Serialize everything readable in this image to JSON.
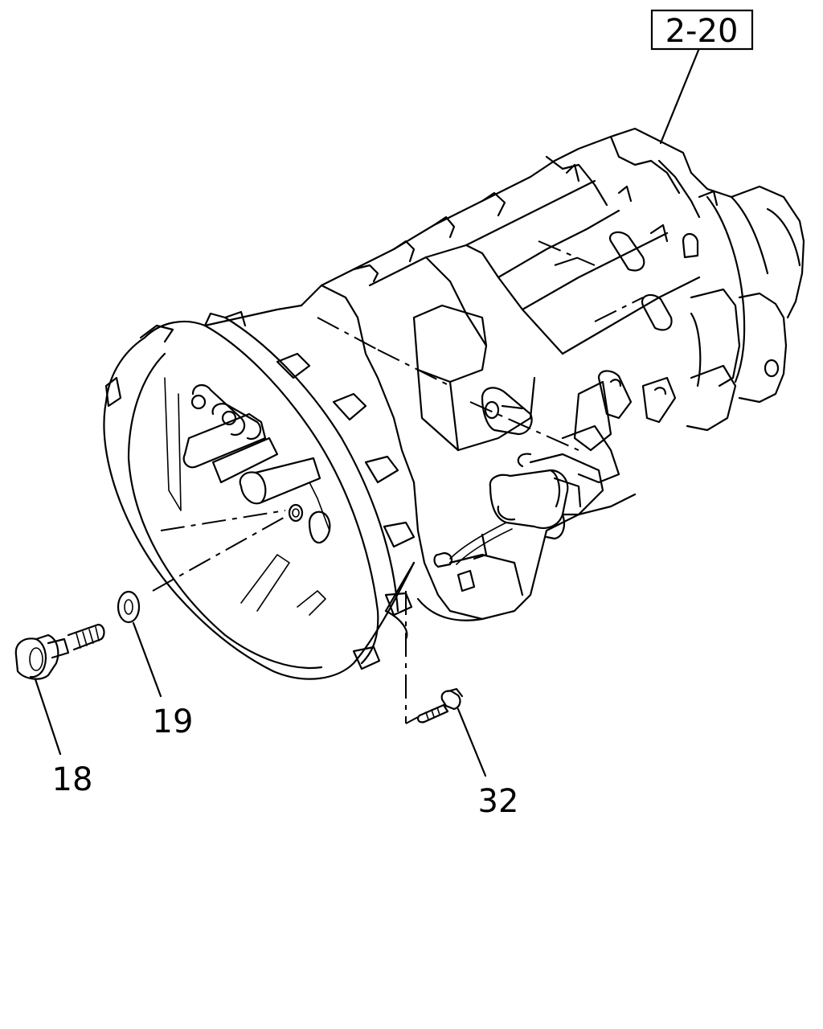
{
  "reference": {
    "label": "2-20"
  },
  "callouts": [
    {
      "id": "18",
      "label": "18"
    },
    {
      "id": "19",
      "label": "19"
    },
    {
      "id": "32",
      "label": "32"
    }
  ]
}
